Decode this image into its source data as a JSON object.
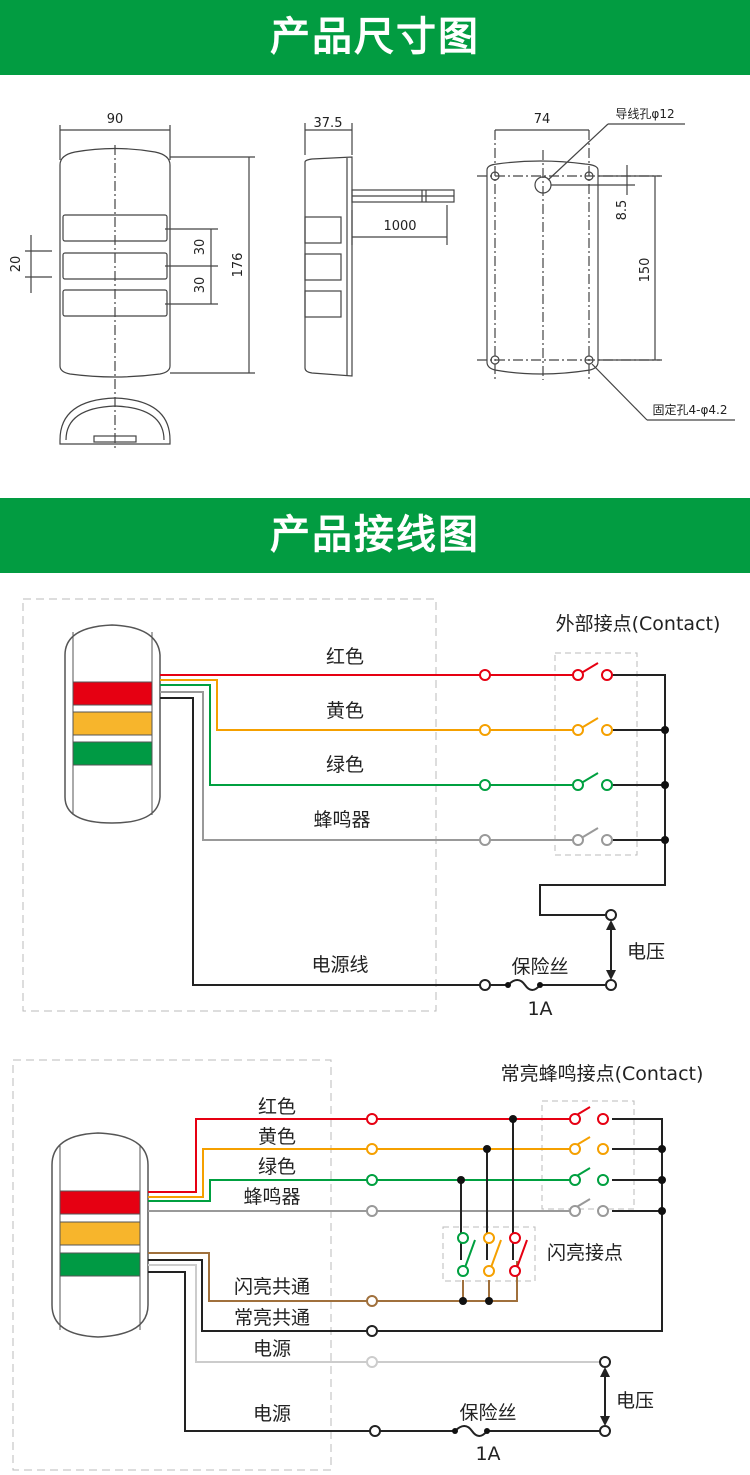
{
  "sections": {
    "dimensions_title": "产品尺寸图",
    "wiring_title": "产品接线图"
  },
  "dimensions": {
    "front_width": "90",
    "window_height": "20",
    "window_pitch_1": "30",
    "window_pitch_2": "30",
    "total_height": "176",
    "depth": "37.5",
    "cable_length": "1000",
    "mount_width": "74",
    "wire_hole_label": "导线孔φ12",
    "hole_offset": "8.5",
    "mount_height": "150",
    "fix_hole_label": "固定孔4-φ4.2"
  },
  "colors": {
    "banner": "#029c41",
    "red": "#e60012",
    "yellow": "#f5a000",
    "green": "#00a040",
    "gray": "#999999",
    "brown": "#a0703c",
    "light_gray": "#cccccc",
    "black": "#222222",
    "lamp_red": "#e60012",
    "lamp_yellow": "#f7b52c",
    "lamp_green": "#009a44"
  },
  "wiring1": {
    "contact_title": "外部接点(Contact)",
    "wires": [
      "红色",
      "黄色",
      "绿色",
      "蜂鸣器"
    ],
    "power_line": "电源线",
    "fuse_label": "保险丝",
    "fuse_rating": "1A",
    "voltage_label": "电压"
  },
  "wiring2": {
    "contact_title": "常亮蜂鸣接点(Contact)",
    "wires": [
      "红色",
      "黄色",
      "绿色",
      "蜂鸣器"
    ],
    "flash_contact_label": "闪亮接点",
    "flash_common": "闪亮共通",
    "steady_common": "常亮共通",
    "power_1": "电源",
    "power_2": "电源",
    "fuse_label": "保险丝",
    "fuse_rating": "1A",
    "voltage_label": "电压"
  }
}
